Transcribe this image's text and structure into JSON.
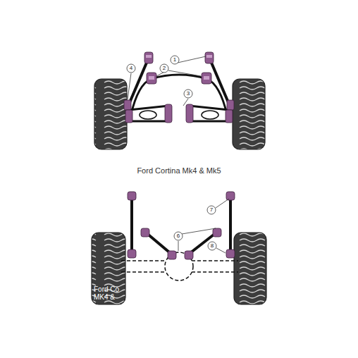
{
  "diagram": {
    "title": "Ford Cortina Mk4 & Mk5",
    "labels": [
      "1",
      "2",
      "3",
      "4",
      "7",
      "6",
      "8",
      "Ford Co MK4 &"
    ]
  }
}
